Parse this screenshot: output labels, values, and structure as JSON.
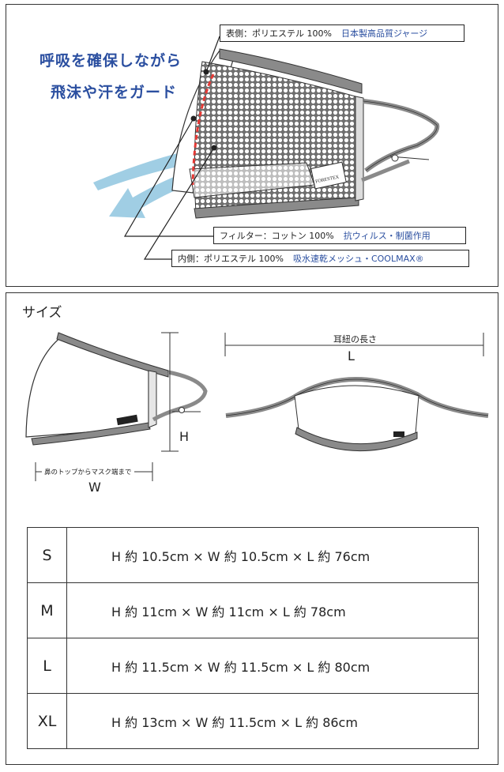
{
  "headline": {
    "line1": "呼吸を確保しながら",
    "line2": "飛沫や汗をガード"
  },
  "callouts": {
    "outer": {
      "label": "表側：ポリエステル 100%",
      "detail": "日本製高品質ジャージ"
    },
    "filter": {
      "label": "フィルター：コットン 100%",
      "detail": "抗ウィルス・制菌作用"
    },
    "inner": {
      "label": "内側：ポリエステル 100%",
      "detail": "吸水速乾メッシュ・COOLMAX®"
    }
  },
  "brand_tag": "FORESTEX",
  "size_section": {
    "title": "サイズ",
    "ear_loop_label": "耳紐の長さ",
    "ear_loop_letter": "L",
    "height_letter": "H",
    "width_label": "鼻のトップからマスク端まで",
    "width_letter": "W"
  },
  "sizes": [
    {
      "size": "S",
      "spec": "H 約 10.5cm × W 約 10.5cm  × L 約 76cm"
    },
    {
      "size": "M",
      "spec": "H 約 11cm × W 約 11cm × L 約 78cm"
    },
    {
      "size": "L",
      "spec": "H 約 11.5cm × W 約 11.5cm  × L 約 80cm"
    },
    {
      "size": "XL",
      "spec": "H 約 13cm × W 約 11.5cm  × L 約 86cm"
    }
  ],
  "colors": {
    "headline": "#2b4fa0",
    "arrow": "#8fc6df",
    "dashed_edge": "#e53935",
    "trim": "#8a8a8a"
  }
}
